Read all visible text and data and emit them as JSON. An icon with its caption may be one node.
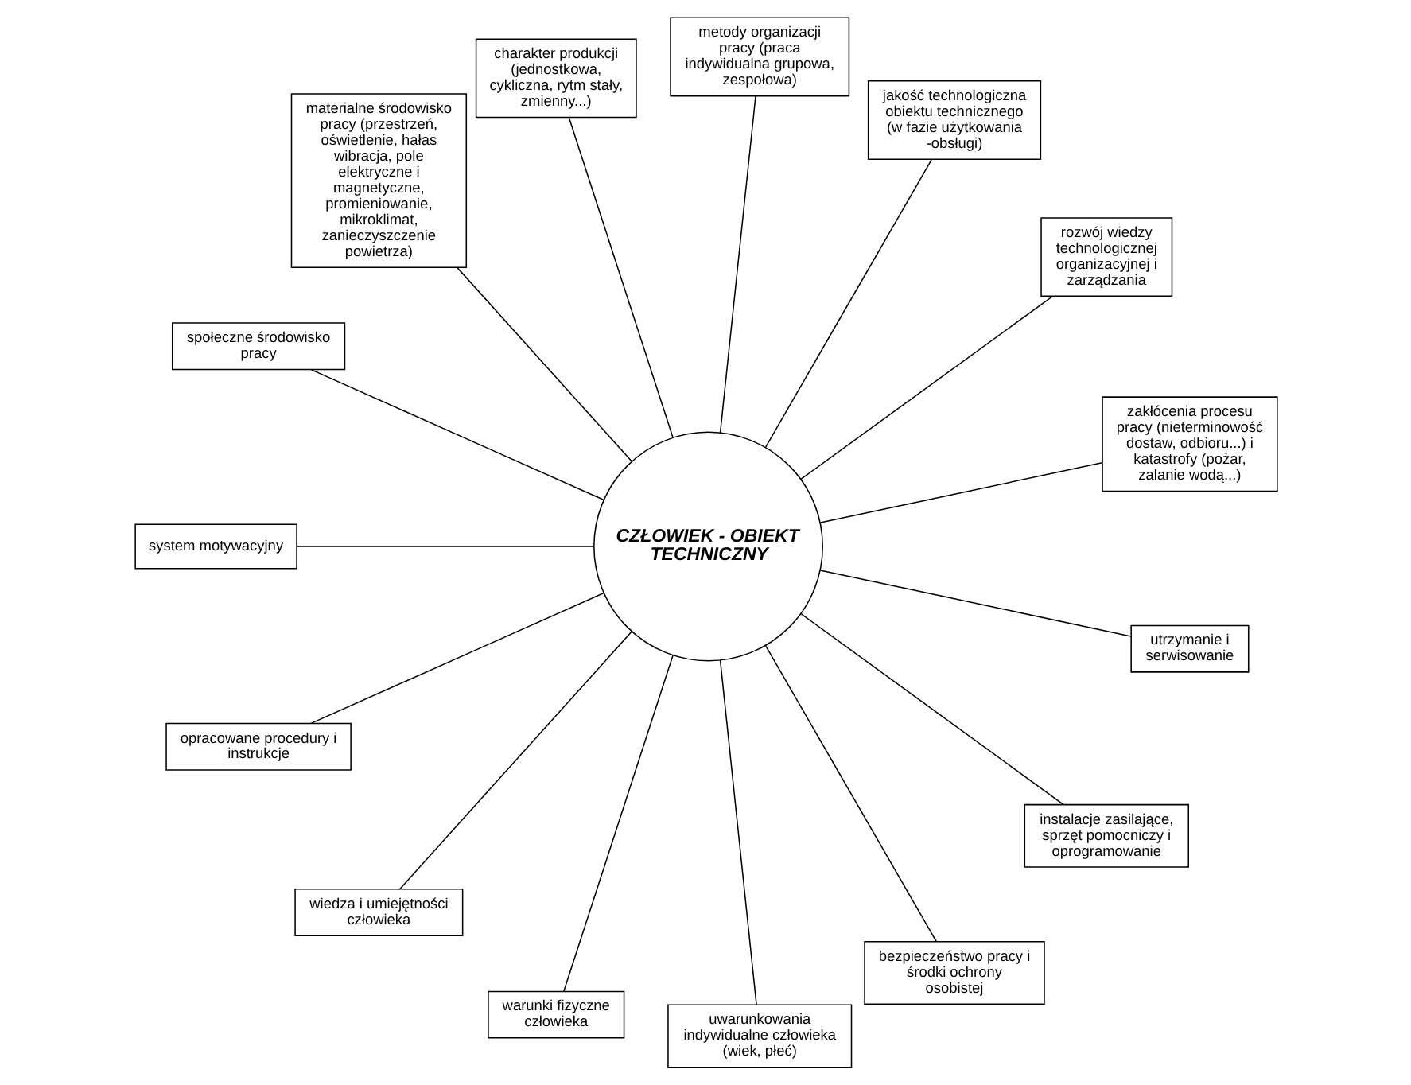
{
  "diagram": {
    "nodes": [
      {
        "text": [
          "CZŁOWIEK - OBIEKT TECHNICZNY"
        ]
      },
      {
        "text": [
          "zakłócenia procesu pracy (nieterminowość dostaw, odbioru...) i katastrofy (pożar, zalanie wodą...)"
        ]
      },
      {
        "text": [
          "rozwój wiedzy technologicznej organizacyjnej i zarządzania"
        ]
      },
      {
        "text": [
          "jakość technologiczna obiektu technicznego (w fazie użytkowania -obsługi)"
        ]
      },
      {
        "text": [
          "metody organizacji pracy (praca indywidualna grupowa, zespołowa)"
        ]
      },
      {
        "text": [
          "charakter produkcji (jednostkowa, cykliczna, rytm stały, zmienny...)"
        ]
      },
      {
        "text": [
          "materialne środowisko pracy (przestrzeń, oświetlenie, hałas wibracja, pole elektryczne i magnetyczne, promieniowanie, mikroklimat, zanieczyszczenie powietrza)"
        ]
      },
      {
        "text": [
          "społeczne środowisko pracy"
        ]
      },
      {
        "text": [
          "system motywacyjny"
        ]
      },
      {
        "text": [
          "opracowane procedury i instrukcje"
        ]
      },
      {
        "text": [
          "wiedza i umiejętności człowieka"
        ]
      },
      {
        "text": [
          "warunki fizyczne człowieka"
        ]
      },
      {
        "text": [
          "uwarunkowania indywidualne człowieka (wiek, płeć)"
        ]
      },
      {
        "text": [
          "bezpieczeństwo pracy i środki ochrony osobistej"
        ]
      },
      {
        "text": [
          "instalacje zasilające, sprzęt pomocniczy i oprogramowanie"
        ]
      },
      {
        "text": [
          "utrzymanie i serwisowanie"
        ]
      }
    ],
    "edges": [
      {
        "from": 1,
        "to": 0,
        "arrow": "none"
      },
      {
        "from": 2,
        "to": 0,
        "arrow": "none"
      },
      {
        "from": 3,
        "to": 0,
        "arrow": "none"
      },
      {
        "from": 4,
        "to": 0,
        "arrow": "none"
      },
      {
        "from": 5,
        "to": 0,
        "arrow": "none"
      },
      {
        "from": 6,
        "to": 0,
        "arrow": "none"
      },
      {
        "from": 7,
        "to": 0,
        "arrow": "none"
      },
      {
        "from": 8,
        "to": 0,
        "arrow": "none"
      },
      {
        "from": 9,
        "to": 0,
        "arrow": "none"
      },
      {
        "from": 10,
        "to": 0,
        "arrow": "none"
      },
      {
        "from": 11,
        "to": 0,
        "arrow": "none"
      },
      {
        "from": 12,
        "to": 0,
        "arrow": "none"
      },
      {
        "from": 13,
        "to": 0,
        "arrow": "none"
      },
      {
        "from": 14,
        "to": 0,
        "arrow": "none"
      },
      {
        "from": 15,
        "to": 0,
        "arrow": "none"
      }
    ]
  }
}
